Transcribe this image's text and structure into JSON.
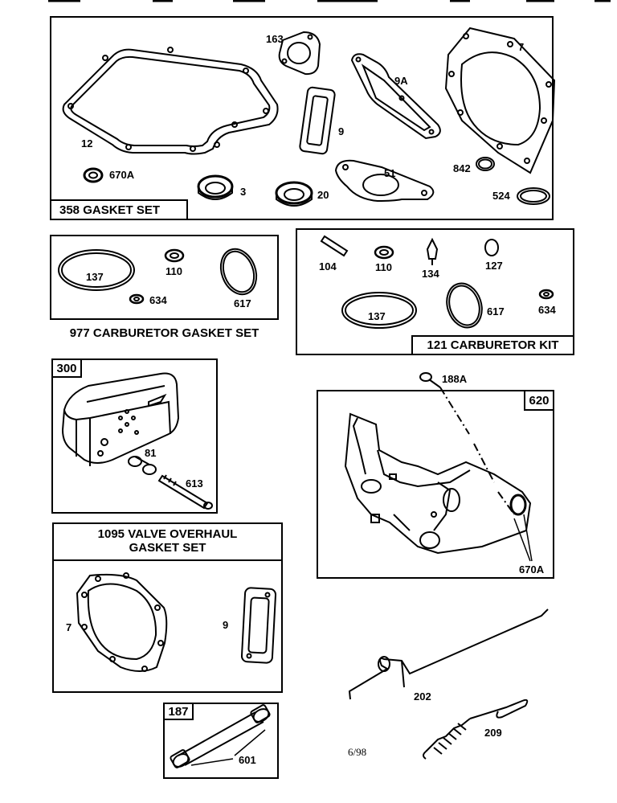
{
  "sections": {
    "gasket_set": {
      "caption": "358 GASKET SET"
    },
    "carb_gasket_set": {
      "caption": "977 CARBURETOR GASKET SET"
    },
    "carb_kit": {
      "caption": "121 CARBURETOR KIT"
    },
    "muffler": {
      "tag": "300"
    },
    "bracket": {
      "tag": "620"
    },
    "valve_overhaul": {
      "caption_line1": "1095 VALVE OVERHAUL",
      "caption_line2": "GASKET SET"
    },
    "tube": {
      "tag": "187"
    }
  },
  "part_labels": {
    "p163": "163",
    "p7": "7",
    "p9a": "9A",
    "p12": "12",
    "p9": "9",
    "p670a": "670A",
    "p3": "3",
    "p20": "20",
    "p51": "51",
    "p842": "842",
    "p524": "524",
    "c137": "137",
    "c110": "110",
    "c617": "617",
    "c634": "634",
    "k104": "104",
    "k110": "110",
    "k134": "134",
    "k127": "127",
    "k137": "137",
    "k617": "617",
    "k634": "634",
    "m81": "81",
    "m613": "613",
    "b188a": "188A",
    "b670a": "670A",
    "v7": "7",
    "v9": "9",
    "t601": "601",
    "r202": "202",
    "r209": "209"
  },
  "footer": {
    "date": "6/98"
  }
}
